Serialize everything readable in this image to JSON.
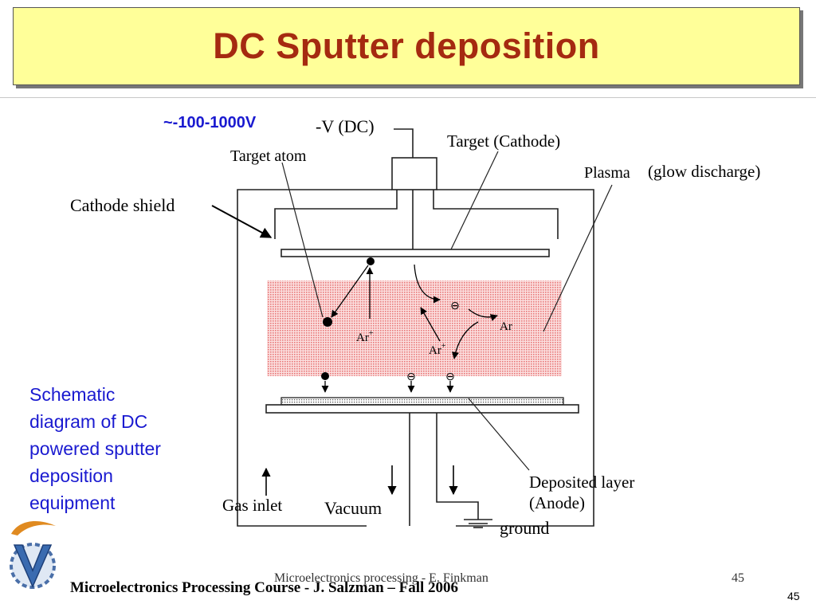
{
  "slide": {
    "title": "DC Sputter deposition",
    "caption_lines": [
      "Schematic",
      "diagram of  DC",
      "powered sputter",
      "deposition",
      "equipment"
    ],
    "footer_main": "Microelectronics Processing Course - J. Salzman – Fall 2006",
    "footer_sub": "Microelectronics processing - E. Finkman",
    "footer_page_inner": "45",
    "footer_page": "45"
  },
  "diagram": {
    "voltage_label": "~-100-1000V",
    "voltage_color": "#1a1ad0",
    "dc_label": "-V (DC)",
    "target_cathode": "Target (Cathode)",
    "target_atom": "Target atom",
    "plasma": "Plasma",
    "glow_discharge": "(glow discharge)",
    "cathode_shield": "Cathode shield",
    "ar_plus": "Ar",
    "ar_neutral": "Ar",
    "plus_sign": "+",
    "electron_symbol": "⊖",
    "deposited_layer": "Deposited layer",
    "anode": "(Anode)",
    "gas_inlet": "Gas inlet",
    "vacuum": "Vacuum",
    "ground": "ground",
    "plasma_color": "#f4a0a0"
  }
}
